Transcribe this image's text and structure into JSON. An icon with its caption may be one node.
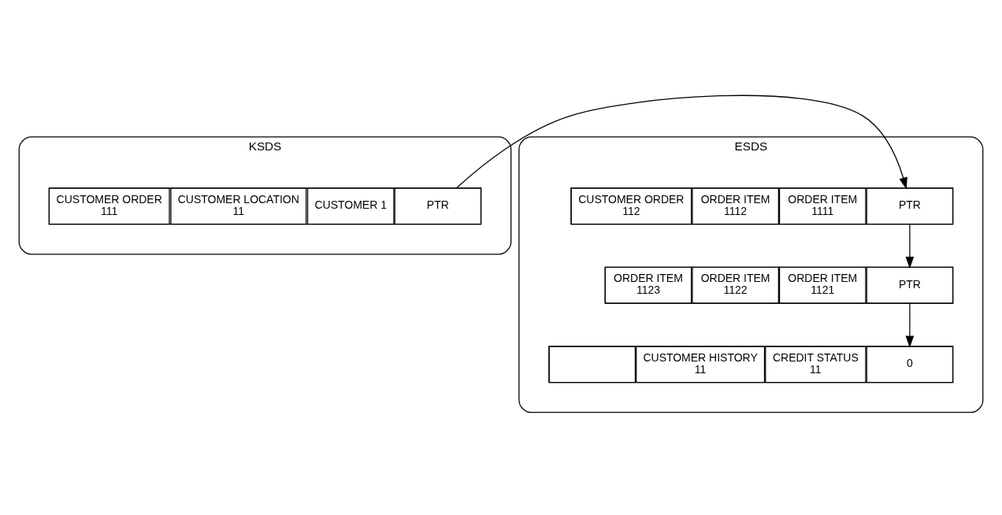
{
  "diagram": {
    "nodes": [
      {
        "text": [
          "KSDS"
        ]
      },
      {
        "text": [],
        "shape": "box",
        "in": 0
      },
      {
        "text": [
          "PTR"
        ],
        "in": 1
      },
      {
        "text": [
          "CUSTOMER 1"
        ],
        "in": 1
      },
      {
        "text": [
          "CUSTOMER LOCATION 11"
        ],
        "in": 1
      },
      {
        "text": [
          "CUSTOMER ORDER 111"
        ],
        "in": 1
      },
      {
        "text": [
          "ESDS"
        ]
      },
      {
        "text": [],
        "shape": "box",
        "in": 6
      },
      {
        "text": [
          "PTR"
        ],
        "in": 7
      },
      {
        "text": [
          "ORDER ITEM 1111"
        ],
        "in": 7
      },
      {
        "text": [
          "ORDER ITEM 1112"
        ],
        "in": 7
      },
      {
        "text": [
          "CUSTOMER ORDER 112"
        ],
        "in": 7
      },
      {
        "text": [],
        "shape": "box",
        "in": 6
      },
      {
        "text": [
          "PTR"
        ],
        "in": 12
      },
      {
        "text": [
          "ORDER ITEM 1121"
        ],
        "in": 12
      },
      {
        "text": [
          "ORDER ITEM 1122"
        ],
        "in": 12
      },
      {
        "text": [
          "ORDER ITEM 1123"
        ],
        "in": 12
      },
      {
        "text": [],
        "shape": "box",
        "in": 6
      },
      {
        "text": [
          "0"
        ],
        "in": 17
      },
      {
        "text": [
          "CREDIT STATUS 11"
        ],
        "in": 17
      },
      {
        "text": [
          "CUSTOMER HISTORY 11"
        ],
        "in": 17
      },
      {
        "text": [],
        "shape": "box",
        "in": 17
      }
    ],
    "edges": [
      {
        "from": 2,
        "to": 8,
        "arrow": "to"
      },
      {
        "from": 8,
        "to": 13,
        "arrow": "to"
      },
      {
        "from": 13,
        "to": 18,
        "arrow": "to"
      }
    ]
  }
}
